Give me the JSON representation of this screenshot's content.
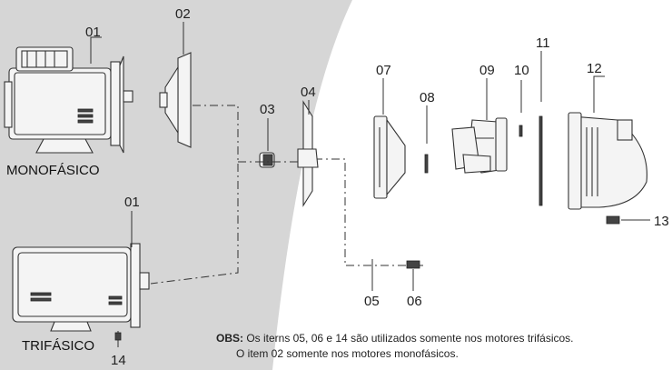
{
  "parts": {
    "p01_top": "01",
    "p02": "02",
    "p03": "03",
    "p04": "04",
    "p05": "05",
    "p06": "06",
    "p07": "07",
    "p08": "08",
    "p09": "09",
    "p10": "10",
    "p11": "11",
    "p12": "12",
    "p13": "13",
    "p01_bottom": "01",
    "p14": "14"
  },
  "labels": {
    "monofasico": "MONOFÁSICO",
    "trifasico": "TRIFÁSICO"
  },
  "notes": {
    "obs_prefix": "OBS:",
    "line1": " Os iterns 05, 06 e 14 são utilizados somente nos motores trifásicos.",
    "line2": "O item 02 somente nos motores monofásicos."
  },
  "colors": {
    "left_panel": "#d6d6d6",
    "background": "#ffffff"
  }
}
